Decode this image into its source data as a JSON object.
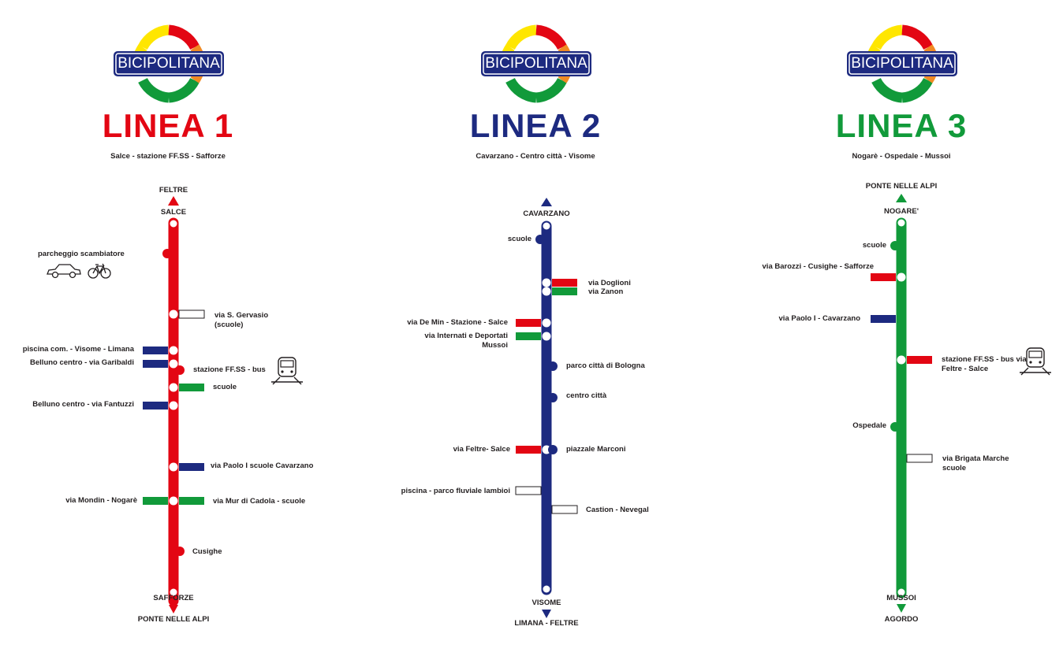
{
  "brand": "BICIPOLITANA",
  "colors": {
    "red": "#e30613",
    "blue": "#1d2a80",
    "green": "#119a3a",
    "yellow": "#ffe600",
    "orange": "#f08a24"
  },
  "lines": [
    {
      "title": "LINEA 1",
      "route": "Salce - stazione FF.SS - Safforze",
      "top_direction": "FELTRE",
      "top_terminus": "SALCE",
      "bottom_terminus": "SAFFORZE",
      "bottom_direction": "PONTE NELLE ALPI",
      "stops": [
        {
          "left": "parcheggio scambiatore",
          "icons": [
            "car-icon",
            "bicycle-icon"
          ]
        },
        {
          "right": "via S. Gervasio (scuole)"
        },
        {
          "left": "piscina com. - Visome - Limana"
        },
        {
          "left": "Belluno centro - via Garibaldi"
        },
        {
          "right": "stazione FF.SS - bus",
          "icons": [
            "train-icon"
          ]
        },
        {
          "right": "scuole"
        },
        {
          "left": "Belluno centro - via Fantuzzi"
        },
        {
          "right": "via Paolo I scuole Cavarzano"
        },
        {
          "left": "via Mondin - Nogarè",
          "right": "via Mur di Cadola - scuole"
        },
        {
          "right": "Cusighe"
        }
      ]
    },
    {
      "title": "LINEA 2",
      "route": "Cavarzano - Centro città  - Visome",
      "top_terminus": "CAVARZANO",
      "bottom_terminus": "VISOME",
      "bottom_direction": "LIMANA - FELTRE",
      "stops": [
        {
          "left": "scuole"
        },
        {
          "right": "via Doglioni"
        },
        {
          "right": "via Zanon"
        },
        {
          "left": "via De Min - Stazione - Salce"
        },
        {
          "left": "via Internati e Deportati Mussoi"
        },
        {
          "right": "parco città di Bologna"
        },
        {
          "right": "centro città"
        },
        {
          "left": "via Feltre- Salce",
          "right": "piazzale Marconi"
        },
        {
          "left": "piscina - parco fluviale lambioi"
        },
        {
          "right": "Castion - Nevegal"
        }
      ]
    },
    {
      "title": "LINEA 3",
      "route": "Nogarè - Ospedale - Mussoi",
      "top_direction": "PONTE NELLE ALPI",
      "top_terminus": "NOGARE'",
      "bottom_terminus": "MUSSOI",
      "bottom_direction": "AGORDO",
      "stops": [
        {
          "left": "scuole"
        },
        {
          "left": "via Barozzi - Cusighe - Safforze"
        },
        {
          "left": "via Paolo I - Cavarzano"
        },
        {
          "right": "stazione FF.SS - bus via Feltre - Salce",
          "icons": [
            "train-icon"
          ]
        },
        {
          "left": "Ospedale"
        },
        {
          "right": "via Brigata Marche scuole"
        }
      ]
    }
  ]
}
